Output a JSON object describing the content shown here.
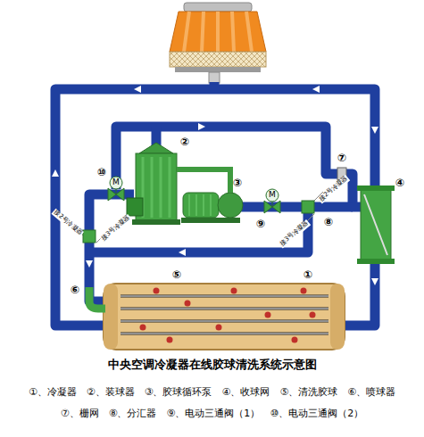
{
  "diagram": {
    "title": "中央空调冷凝器在线胶球清洗系统示意图",
    "labels": [
      "①",
      "②",
      "③",
      "④",
      "⑤",
      "⑥",
      "⑦",
      "⑧",
      "⑨",
      "⑩",
      "M",
      "M",
      "接2号冷凝器",
      "接3号冷凝器",
      "接2号冷凝器",
      "接3号冷凝器",
      "①、冷凝器",
      "②、装球器",
      "③、胶球循环泵",
      "④、收球网",
      "⑤、清洗胶球",
      "⑥、喷球器",
      "⑦、栅网",
      "⑧、分汇器",
      "⑨、电动三通阀（1）",
      "⑩、电动三通阀（2）"
    ]
  }
}
